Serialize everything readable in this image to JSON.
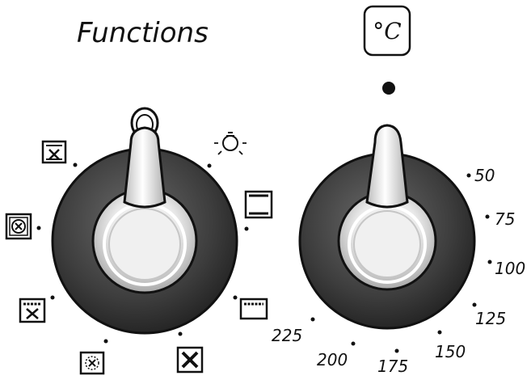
{
  "functions_panel": {
    "title": "Functions",
    "modes": [
      {
        "icon": "fan-grill-icon"
      },
      {
        "icon": "circular-fan-heater-icon"
      },
      {
        "icon": "bottom-heat-fan-icon"
      },
      {
        "icon": "defrost-fan-icon"
      },
      {
        "icon": "fan-only-icon"
      },
      {
        "icon": "bottom-heat-icon"
      },
      {
        "icon": "top-bottom-heat-icon"
      },
      {
        "icon": "oven-light-icon"
      }
    ]
  },
  "temperature_panel": {
    "unit": "°C",
    "scale": [
      "50",
      "75",
      "100",
      "125",
      "150",
      "175",
      "200",
      "225"
    ]
  },
  "colors": {
    "dial_ring": "#3d3d3d",
    "ink": "#111111",
    "knob_highlight": "#ffffff"
  }
}
